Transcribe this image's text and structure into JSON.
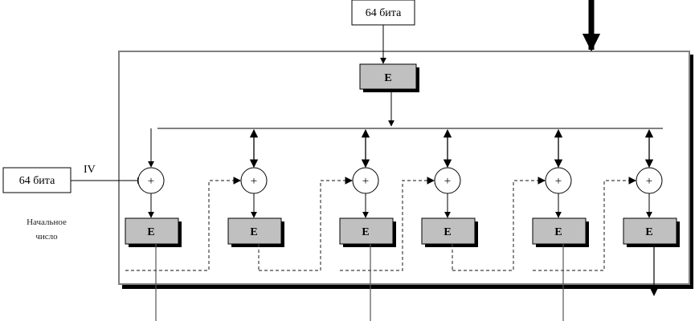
{
  "diagram": {
    "title": "CFB/OFB-style chained encryption scheme",
    "input_block_label": "64 бита",
    "iv_block_label": "64 бита",
    "iv_label": "IV",
    "initial_number_label_line1": "Начальное",
    "initial_number_label_line2": "число",
    "top_encrypt_label": "E",
    "xor_symbol": "+",
    "stages": [
      {
        "encrypt_label": "E",
        "input_arrow": "down",
        "output_line": true,
        "feed_dashed": true
      },
      {
        "encrypt_label": "E",
        "input_arrow": "bidirectional",
        "output_line": false,
        "feed_dashed": true
      },
      {
        "encrypt_label": "E",
        "input_arrow": "bidirectional",
        "output_line": true,
        "feed_dashed": true
      },
      {
        "encrypt_label": "E",
        "input_arrow": "bidirectional",
        "output_line": false,
        "feed_dashed": true
      },
      {
        "encrypt_label": "E",
        "input_arrow": "bidirectional",
        "output_line": true,
        "feed_dashed": true
      },
      {
        "encrypt_label": "E",
        "input_arrow": "bidirectional",
        "output_line": true,
        "feed_dashed": false
      }
    ],
    "colors": {
      "box_fill": "#c0c0c0",
      "frame_stroke": "#808080",
      "shadow": "#000000",
      "line": "#000000",
      "dashed": "#404040"
    }
  }
}
